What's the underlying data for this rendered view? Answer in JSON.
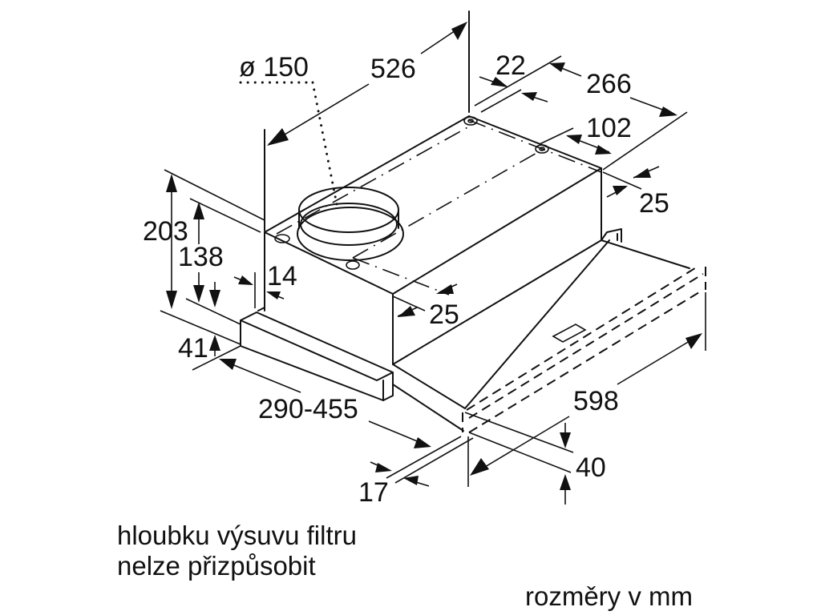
{
  "diagram": {
    "subject": "telescopic range hood dimension drawing",
    "line_color": "#111111",
    "background": "#ffffff",
    "dimensions": {
      "duct_diameter": "ø 150",
      "width_top": "526",
      "offset_22": "22",
      "depth_266": "266",
      "offset_102": "102",
      "offset_25_right": "25",
      "height_203": "203",
      "height_138": "138",
      "offset_14": "14",
      "offset_25_front": "25",
      "height_41": "41",
      "extension_range": "290-455",
      "overall_width": "598",
      "height_40": "40",
      "offset_17": "17"
    },
    "unit": "mm"
  },
  "notes": {
    "filter_line1": "hloubku výsuvu filtru",
    "filter_line2": "nelze přizpůsobit",
    "units_label": "rozměry v mm"
  }
}
